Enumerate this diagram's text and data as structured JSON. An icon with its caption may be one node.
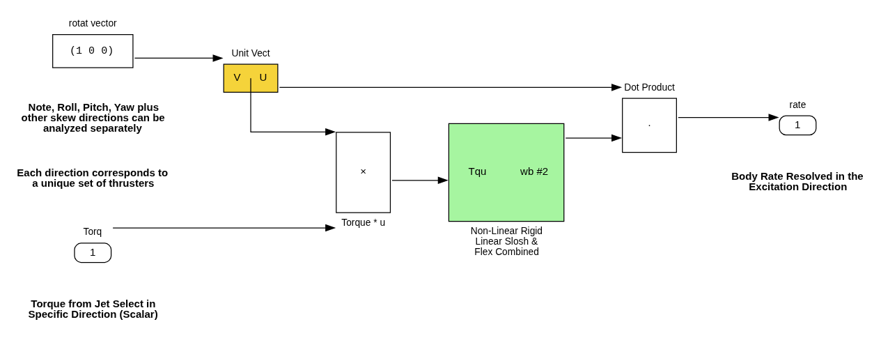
{
  "diagram": {
    "nodes": [
      {
        "text": [
          "(1 0 0)"
        ],
        "beside": [
          "rotat vector"
        ]
      },
      {
        "text": [
          "V",
          "U"
        ],
        "beside": [
          "Unit Vect"
        ]
      },
      {
        "text": [
          "×"
        ],
        "beside": [
          "Torque * u"
        ]
      },
      {
        "text": [
          "1"
        ],
        "beside": [
          "Torq"
        ]
      },
      {
        "text": [
          "Tqu",
          "wb #2"
        ],
        "beside": [
          "Non-Linear Rigid Linear Slosh & Flex Combined"
        ]
      },
      {
        "text": [
          "·"
        ],
        "beside": [
          "Dot Product"
        ]
      },
      {
        "text": [
          "1"
        ],
        "beside": [
          "rate"
        ]
      }
    ],
    "edges": [
      {
        "from": 0,
        "to": 1,
        "arrow": "to"
      },
      {
        "from": 1,
        "to": 2,
        "arrow": "to"
      },
      {
        "from": 1,
        "to": 5,
        "arrow": "to"
      },
      {
        "from": 3,
        "to": 2,
        "arrow": "to"
      },
      {
        "from": 2,
        "to": 4,
        "arrow": "to"
      },
      {
        "from": 4,
        "to": 5,
        "arrow": "to"
      },
      {
        "from": 5,
        "to": 6,
        "arrow": "to"
      }
    ],
    "labels": [
      "Note, Roll, Pitch, Yaw plus other skew directions can be analyzed separately",
      "Each direction corresponds to a unique set of thrusters",
      "Torque from Jet Select in Specific Direction (Scalar)",
      "Body Rate Resolved in the Excitation Direction"
    ]
  }
}
